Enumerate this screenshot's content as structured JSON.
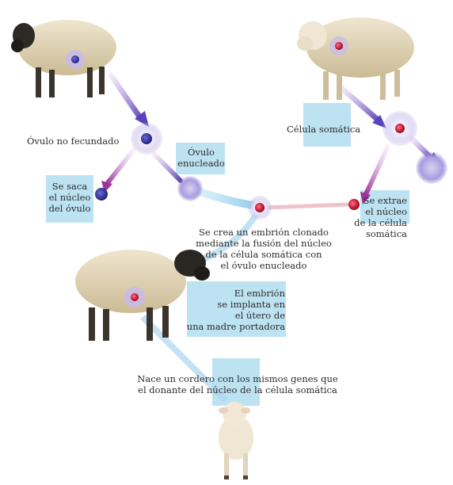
{
  "labels": {
    "ovulo_no_fecundado": "Óvulo no fecundado",
    "se_saca_nucleo": "Se saca\nel núcleo\ndel óvulo",
    "ovulo_enucleado": "Óvulo\nenucleado",
    "celula_somatica": "Célula somática",
    "se_extrae_nucleo": "Se extrae\nel núcleo\nde la célula\nsomática",
    "embrion_clonado": "Se crea un embrión clonado\nmediante la fusión del núcleo\nde la célula somática con\nel óvulo enucleado",
    "embrion_implanta": "El embrión\nse implanta en\nel útero de\nuna madre portadora",
    "nace_cordero": "Nace un cordero con los mismos genes que\nel donante del núcleo de la célula somática"
  },
  "colors": {
    "label_box": "#bde3f2",
    "text": "#2b2b2b",
    "arrow_purple": "#6a4fc0",
    "arrow_magenta": "#b23a8f",
    "nucleus_red": "#d21f3c",
    "nucleus_blue": "#2a2a8a",
    "cell_halo": "#c9bfea",
    "path_blue": "#a9d6ee"
  }
}
